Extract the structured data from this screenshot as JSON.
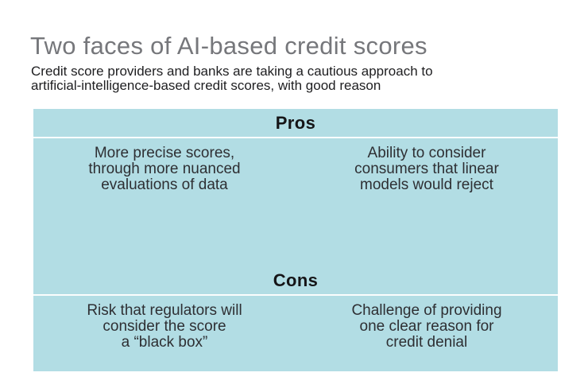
{
  "header": {
    "title": "Two faces of AI-based credit scores",
    "subtitle": "Credit score providers and banks are taking a cautious approach to\nartificial-intelligence-based credit scores, with good reason"
  },
  "table": {
    "pros": {
      "header": "Pros",
      "left": "More precise scores,\nthrough more nuanced\nevaluations of data",
      "right": "Ability to consider\nconsumers that linear\nmodels would reject"
    },
    "cons": {
      "header": "Cons",
      "left": "Risk that regulators will\nconsider the score\na “black box”",
      "right": "Challenge of providing\none clear reason for\ncredit denial"
    }
  },
  "colors": {
    "panel_background": "#b2dde4",
    "divider": "#fbfdfd",
    "title_text": "#76777b",
    "subtitle_text": "#1e1e20",
    "body_text": "#2e2f33",
    "header_text": "#151517",
    "page_background": "#ffffff"
  }
}
